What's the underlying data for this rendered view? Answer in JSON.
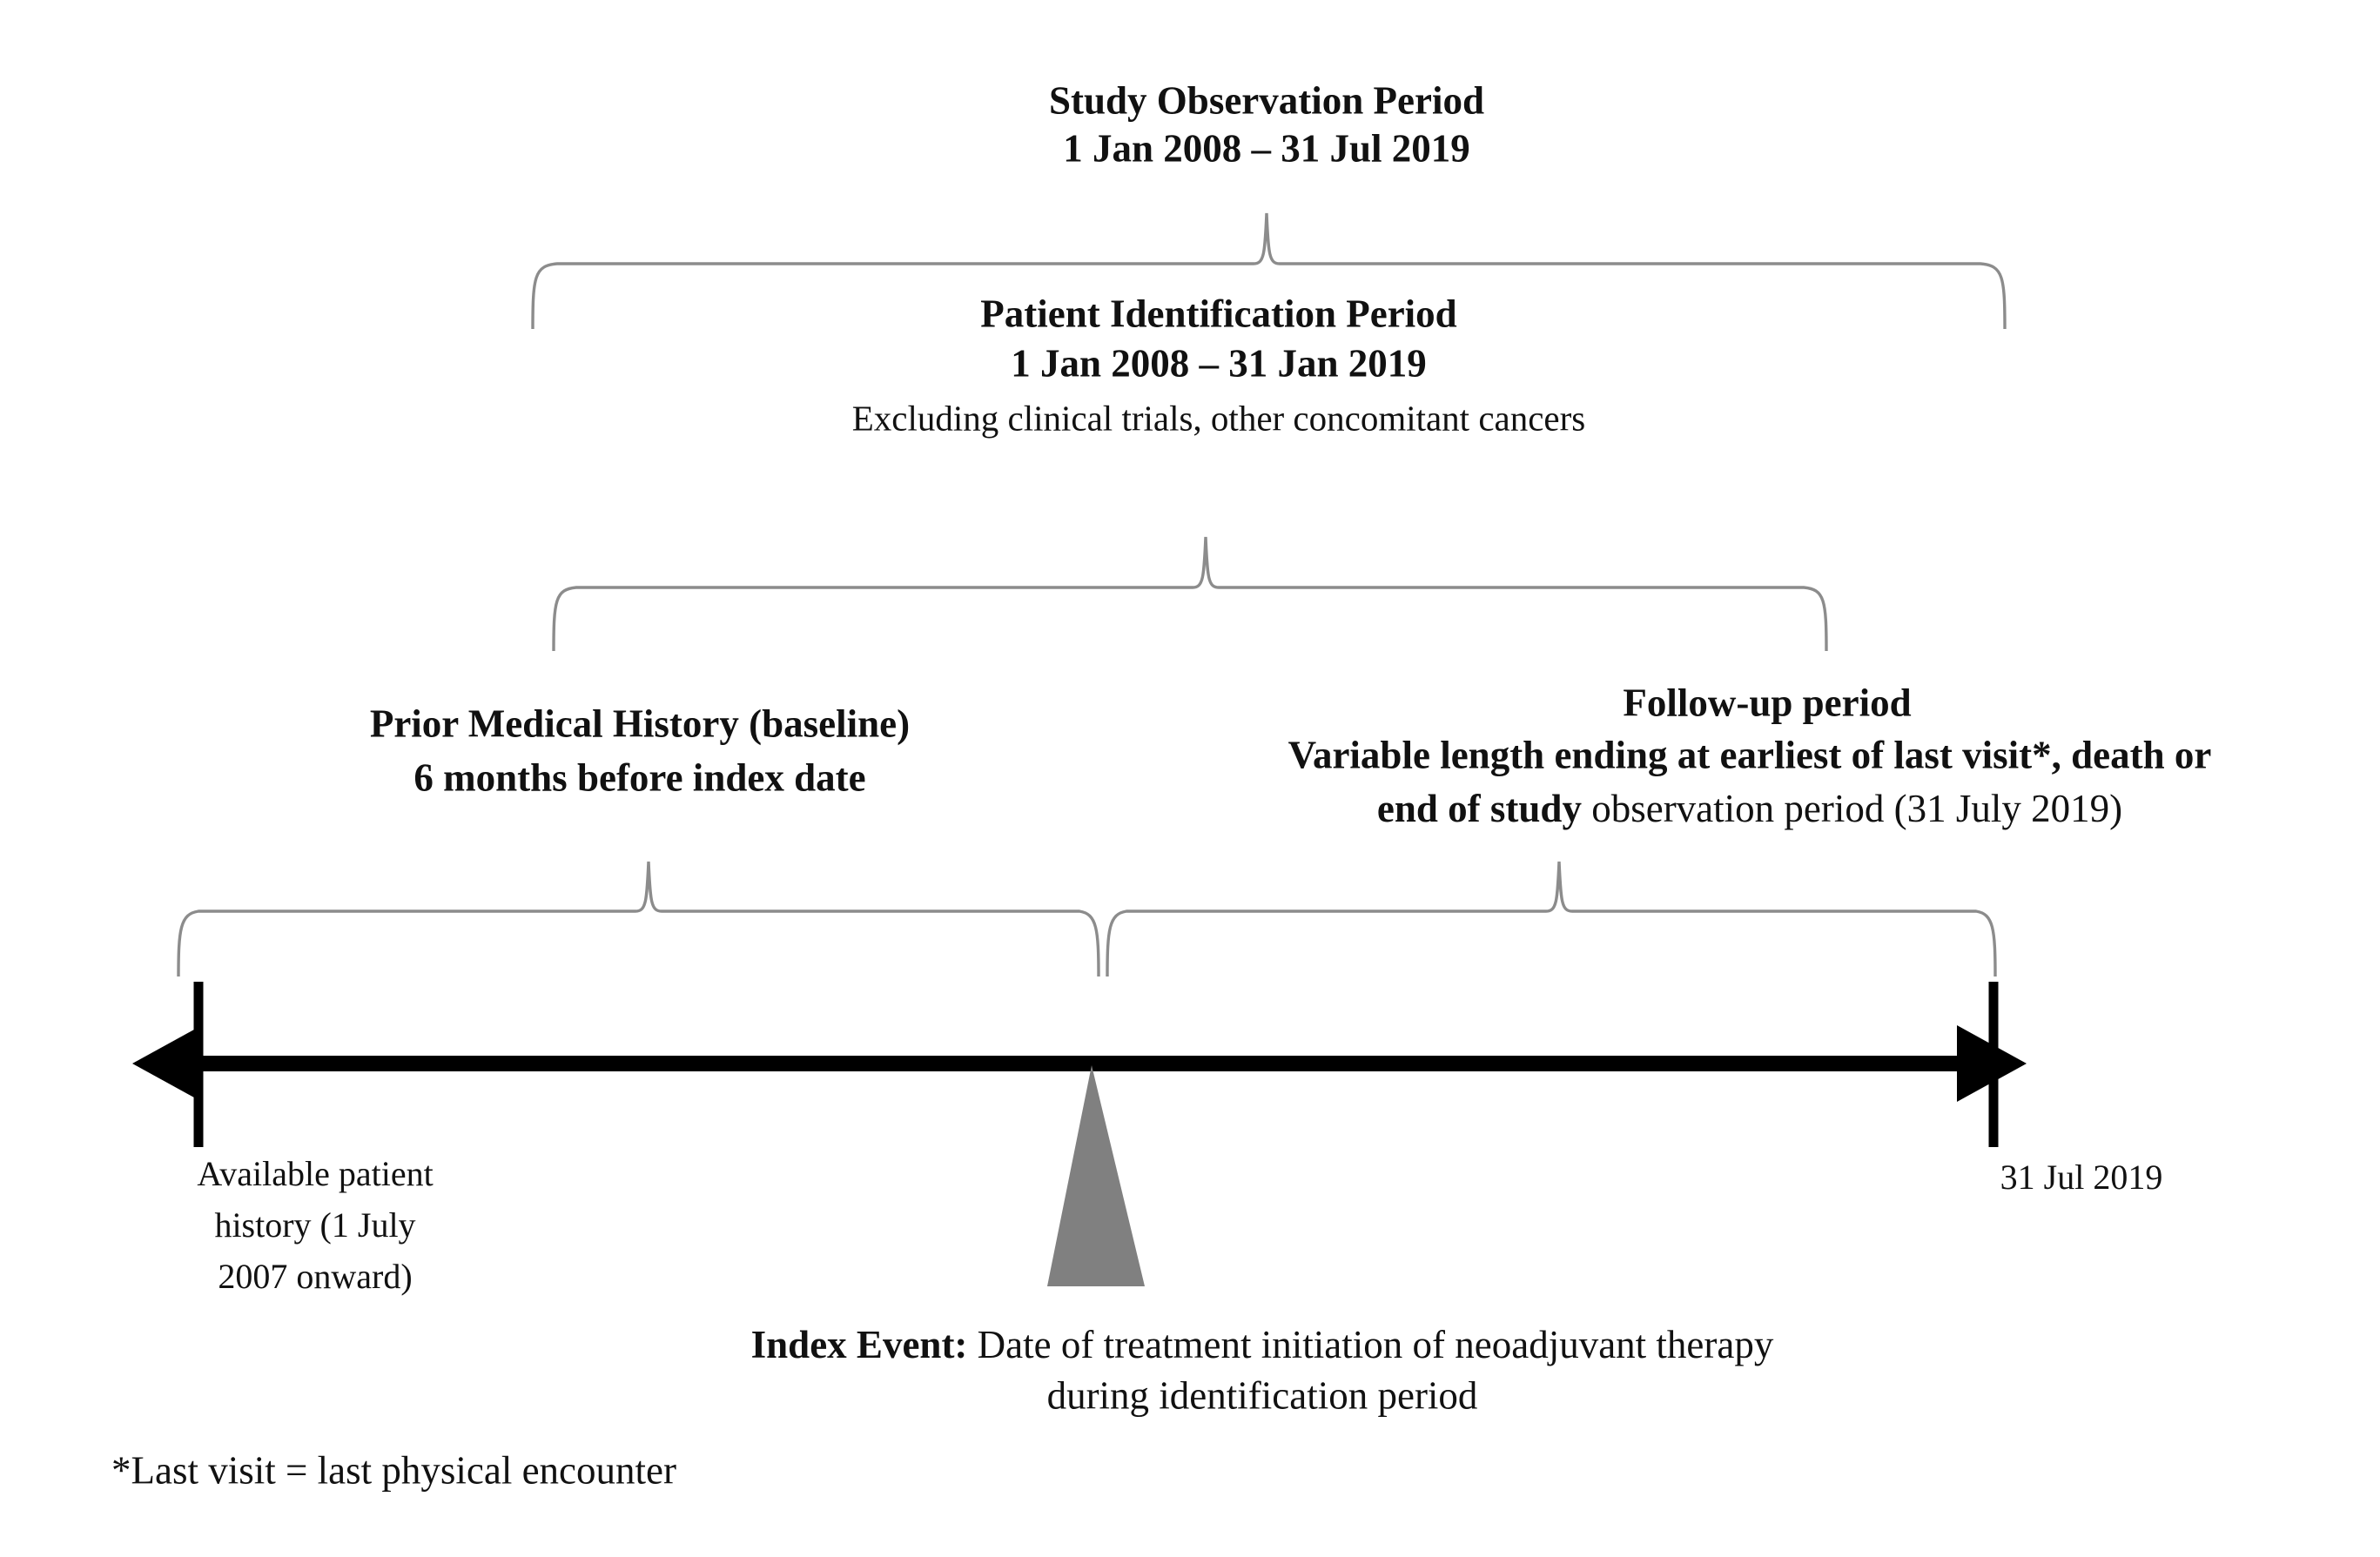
{
  "figure": {
    "type": "study-timeline-diagram",
    "title": "Study design timeline",
    "background_color": "#ffffff",
    "text_color": "#111111",
    "brace_color": "#8c8c8c",
    "axis_color": "#000000",
    "index_marker_color": "#808080"
  },
  "study_observation": {
    "title": "Study Observation Period",
    "dates": "1 Jan 2008 – 31 Jul 2019"
  },
  "patient_identification": {
    "title": "Patient Identification Period",
    "dates": "1 Jan 2008 – 31 Jan 2019",
    "exclusions": "Excluding clinical trials, other concomitant cancers"
  },
  "prior_medical_history": {
    "title": "Prior Medical History (baseline)",
    "detail": "6 months before index date"
  },
  "follow_up": {
    "title": "Follow-up period",
    "detail_line1": "Variable length ending at earliest of last visit*, death or",
    "detail_line2_bold": "end of study",
    "detail_line2_rest": " observation period (31 July 2019)"
  },
  "timeline": {
    "start_label_line1": "Available patient",
    "start_label_line2": "history (1 July",
    "start_label_line3": "2007 onward)",
    "end_label": "31 Jul 2019"
  },
  "index_event": {
    "label_bold": "Index Event:",
    "label_rest": " Date of treatment initiation of neoadjuvant therapy",
    "label_line2": "during identification period"
  },
  "footnote": {
    "text": "*Last visit = last physical encounter"
  }
}
